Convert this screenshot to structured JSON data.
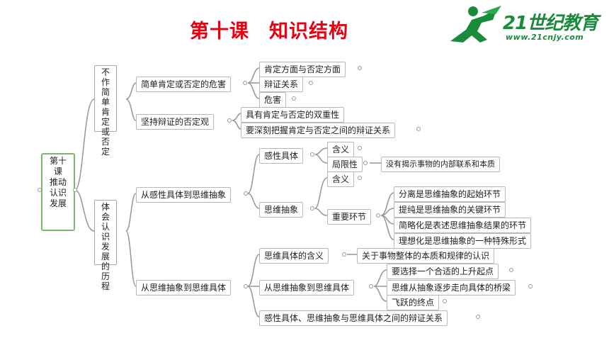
{
  "title": "第十课　知识结构",
  "logo": {
    "brand": "21世纪教育",
    "url": "www.21cnjy.com"
  },
  "root": "第十课　推动认识发展",
  "branches": {
    "b1": "不作简单肯定或否定",
    "b1a": "简单肯定或否定的危害",
    "b1a1": "肯定方面与否定方面",
    "b1a2": "辩证关系",
    "b1a3": "危害",
    "b1b": "坚持辩证的否定观",
    "b1b1": "具有肯定与否定的双重性",
    "b1b2": "要深刻把握肯定与否定之间的辩证关系",
    "b2": "体会认识发展的历程",
    "b2a": "从感性具体到思维抽象",
    "b2a1": "感性具体",
    "b2a1a": "含义",
    "b2a1b": "局限性",
    "b2a1b1": "没有揭示事物的内部联系和本质",
    "b2a2": "思维抽象",
    "b2a2a": "含义",
    "b2a2b": "重要环节",
    "b2a2b1": "分离是思维抽象的起始环节",
    "b2a2b2": "提纯是思维抽象的关键环节",
    "b2a2b3": "简略化是表述思维抽象结果的环节",
    "b2a2b4": "理想化是思维抽象的一种特殊形式",
    "b2b": "从思维抽象到思维具体",
    "b2b1": "思维具体的含义",
    "b2b1a": "关于事物整体的本质和规律的认识",
    "b2b2": "从思维抽象到思维具体",
    "b2b2a": "要选择一个合适的上升起点",
    "b2b2b": "思维从抽象逐步走向具体的桥梁",
    "b2b2c": "飞跃的终点",
    "b2b3": "感性具体、思维抽象与思维具体之间的辩证关系"
  }
}
